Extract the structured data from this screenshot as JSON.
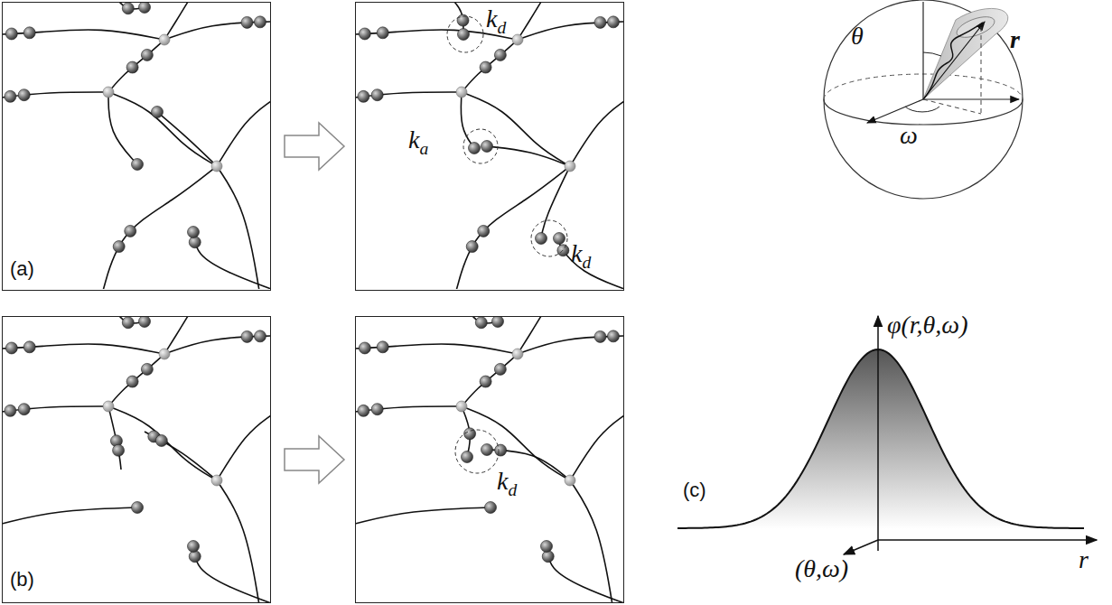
{
  "diagram": {
    "nodes": [
      {
        "text": [
          "(a)"
        ]
      },
      {
        "text": [
          "kd",
          "ka",
          "kd"
        ]
      },
      {
        "text": [
          "(b)"
        ]
      },
      {
        "text": [
          "kd"
        ]
      }
    ],
    "edges": [
      {
        "from": 0,
        "to": 1,
        "arrow": "to"
      },
      {
        "from": 2,
        "to": 3,
        "arrow": "to"
      }
    ],
    "labels": [
      "θ",
      "r",
      "ω",
      "(c)",
      "φ(r,θ,ω)",
      "r",
      "(θ,ω)"
    ]
  }
}
